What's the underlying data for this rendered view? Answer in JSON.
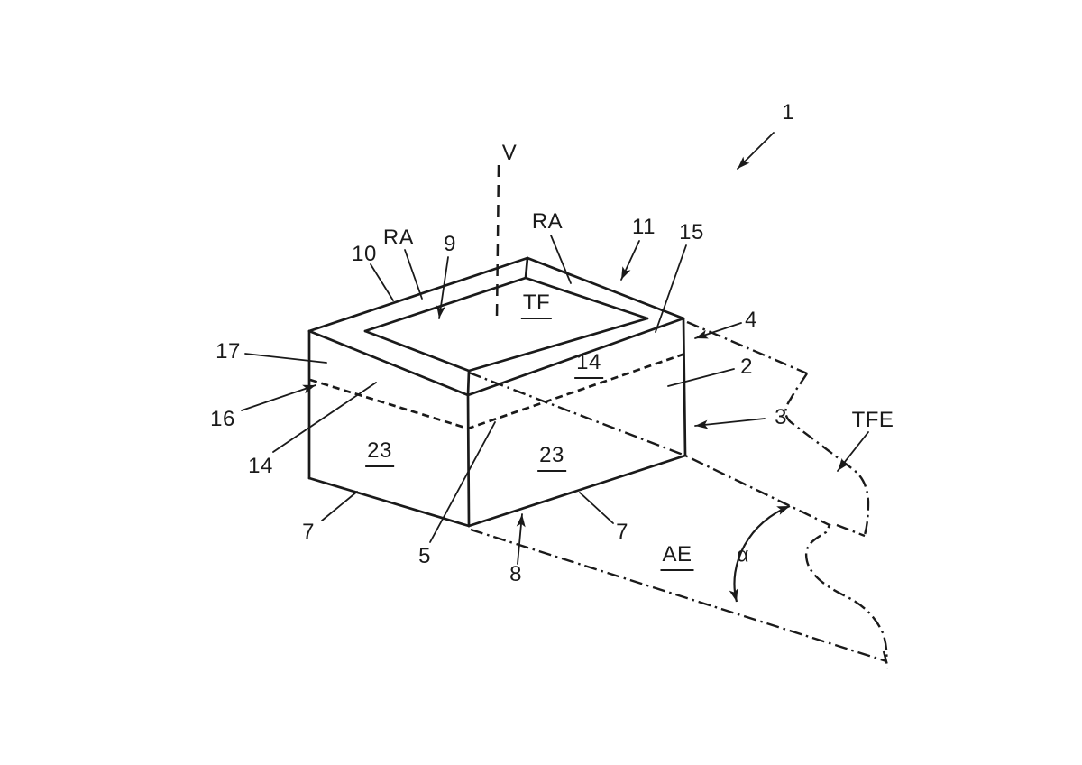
{
  "figure": {
    "type": "patent-line-drawing",
    "background": "#ffffff",
    "ink_color": "#1a1a1a",
    "labels": {
      "fig_no": {
        "text": "1",
        "underline": false
      },
      "axis_v": {
        "text": "V",
        "underline": false
      },
      "ra_left": {
        "text": "RA",
        "underline": false
      },
      "ra_right": {
        "text": "RA",
        "underline": false
      },
      "n9": {
        "text": "9",
        "underline": false
      },
      "n10": {
        "text": "10",
        "underline": false
      },
      "n11": {
        "text": "11",
        "underline": false
      },
      "n15": {
        "text": "15",
        "underline": false
      },
      "n17": {
        "text": "17",
        "underline": false
      },
      "n16": {
        "text": "16",
        "underline": false
      },
      "n14_side": {
        "text": "14",
        "underline": false
      },
      "n4": {
        "text": "4",
        "underline": false
      },
      "n2": {
        "text": "2",
        "underline": false
      },
      "n3": {
        "text": "3",
        "underline": false
      },
      "tfe": {
        "text": "TFE",
        "underline": false
      },
      "tf": {
        "text": "TF",
        "underline": true
      },
      "n14_face": {
        "text": "14",
        "underline": true
      },
      "n23_left": {
        "text": "23",
        "underline": true
      },
      "n23_right": {
        "text": "23",
        "underline": true
      },
      "n7_left": {
        "text": "7",
        "underline": false
      },
      "n7_right": {
        "text": "7",
        "underline": false
      },
      "n5": {
        "text": "5",
        "underline": false
      },
      "n8": {
        "text": "8",
        "underline": false
      },
      "ae": {
        "text": "AE",
        "underline": true
      },
      "alpha": {
        "text": "α",
        "underline": false
      }
    }
  }
}
